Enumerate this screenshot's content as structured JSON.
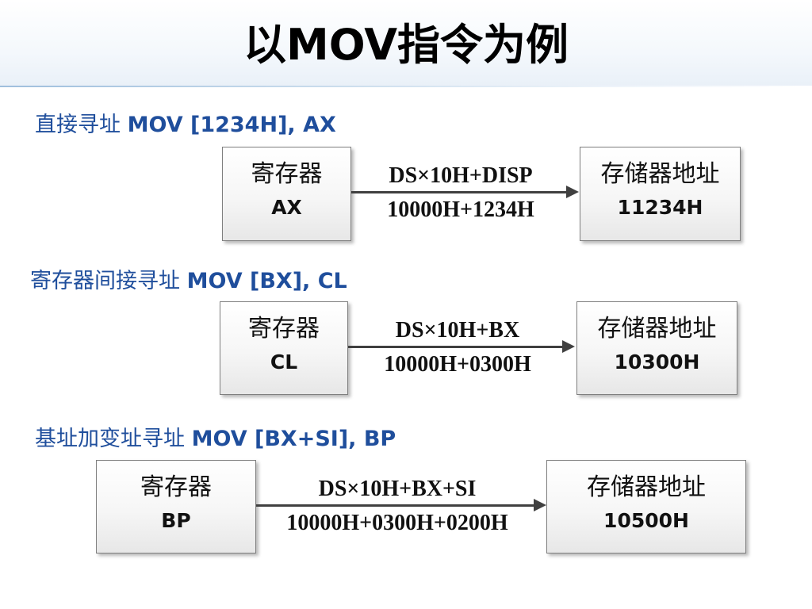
{
  "title": "以MOV指令为例",
  "sections": [
    {
      "heading_zh": "直接寻址",
      "heading_code": "MOV [1234H], AX",
      "register_label": "寄存器",
      "register_name": "AX",
      "formula_top": "DS×10H+DISP",
      "formula_bottom": "10000H+1234H",
      "memory_label": "存储器地址",
      "memory_value": "11234H"
    },
    {
      "heading_zh": "寄存器间接寻址",
      "heading_code": "MOV [BX], CL",
      "register_label": "寄存器",
      "register_name": "CL",
      "formula_top": "DS×10H+BX",
      "formula_bottom": "10000H+0300H",
      "memory_label": "存储器地址",
      "memory_value": "10300H"
    },
    {
      "heading_zh": "基址加变址寻址",
      "heading_code": "MOV [BX+SI], BP",
      "register_label": "寄存器",
      "register_name": "BP",
      "formula_top": "DS×10H+BX+SI",
      "formula_bottom": "10000H+0300H+0200H",
      "memory_label": "存储器地址",
      "memory_value": "10500H"
    }
  ],
  "colors": {
    "heading": "#1f4e9c",
    "box_border": "#7f7f7f",
    "arrow": "#404040"
  }
}
